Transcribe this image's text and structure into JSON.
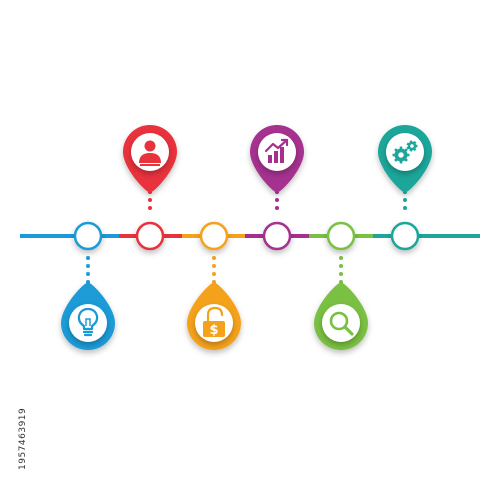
{
  "timeline": {
    "segment_colors": [
      "#1a9bd7",
      "#e8323c",
      "#f4a21c",
      "#a5308f",
      "#7ac043",
      "#1ea69a"
    ],
    "steps": [
      {
        "id": "step-1",
        "color": "#1a9bd7",
        "icon": "lightbulb-icon",
        "position": "below"
      },
      {
        "id": "step-2",
        "color": "#e8323c",
        "icon": "person-icon",
        "position": "above"
      },
      {
        "id": "step-3",
        "color": "#f4a21c",
        "icon": "unlock-dollar-icon",
        "position": "below"
      },
      {
        "id": "step-4",
        "color": "#a5308f",
        "icon": "growth-chart-icon",
        "position": "above"
      },
      {
        "id": "step-5",
        "color": "#7ac043",
        "icon": "magnifier-icon",
        "position": "below"
      },
      {
        "id": "step-6",
        "color": "#1ea69a",
        "icon": "gears-icon",
        "position": "above"
      }
    ]
  },
  "watermark": {
    "stock_id": "1957463919"
  }
}
